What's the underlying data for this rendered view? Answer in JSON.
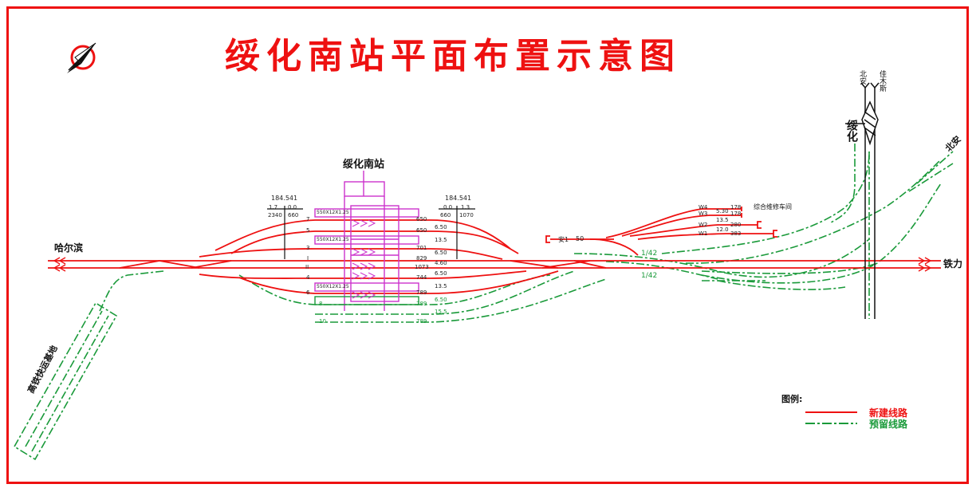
{
  "title": "绥化南站平面布置示意图",
  "station_name": "绥化南站",
  "west_dest": "哈尔滨",
  "east_dest": "铁力",
  "depot_label": "高铁快运基地",
  "north_city_label": "绥化",
  "north_line_a": "北安",
  "north_line_b": "佳木斯",
  "northeast_line": "北安",
  "maintenance_label": "综合维修车间",
  "km_left": "184.541",
  "km_right": "184.541",
  "grade_left_a": "1.7",
  "grade_left_b": "0.0",
  "grade_left_c": "2340",
  "grade_left_d": "660",
  "grade_right_a": "0.0",
  "grade_right_b": "1.3",
  "grade_right_c": "660",
  "grade_right_d": "1070",
  "track_numbers": [
    "7",
    "5",
    "3",
    "I",
    "II",
    "4",
    "6"
  ],
  "track_lengths": [
    "650",
    "650",
    "701",
    "829",
    "1073",
    "744",
    "789"
  ],
  "track_widths": [
    "6.50",
    "13.5",
    "6.50",
    "4.60",
    "6.50",
    "13.5"
  ],
  "platform_label": "550X12X1.25",
  "reserved_tracks": [
    "8",
    "10"
  ],
  "reserved_lengths": [
    "789",
    "789"
  ],
  "reserved_widths": [
    "6.50",
    "15.5"
  ],
  "safety_track": "安1",
  "safety_len": "50",
  "turnout_ratio": "1/42",
  "maint_tracks": [
    "W4",
    "W3",
    "W2",
    "W1"
  ],
  "maint_widths": [
    "5.30",
    "13.5",
    "12.0"
  ],
  "maint_lengths": [
    "178",
    "178",
    "280",
    "383"
  ],
  "legend_title": "图例:",
  "legend_new": "新建线路",
  "legend_reserved": "预留线路",
  "colors": {
    "new": "#e11",
    "reserved": "#1a9a3a",
    "station": "#cc33cc",
    "frame": "#e11"
  }
}
